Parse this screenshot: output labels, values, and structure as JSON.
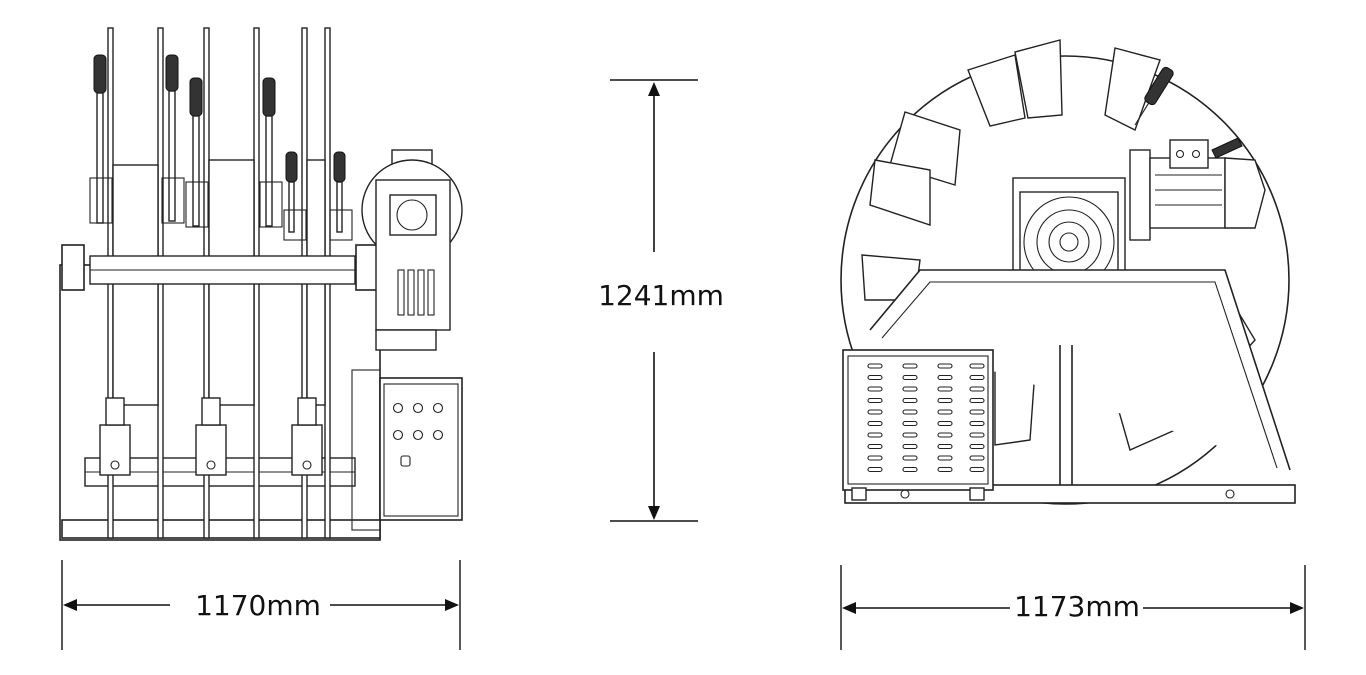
{
  "dimensions": {
    "left_width": "1170mm",
    "height": "1241mm",
    "right_width": "1173mm"
  },
  "colors": {
    "line": "#222222",
    "background": "#ffffff"
  }
}
